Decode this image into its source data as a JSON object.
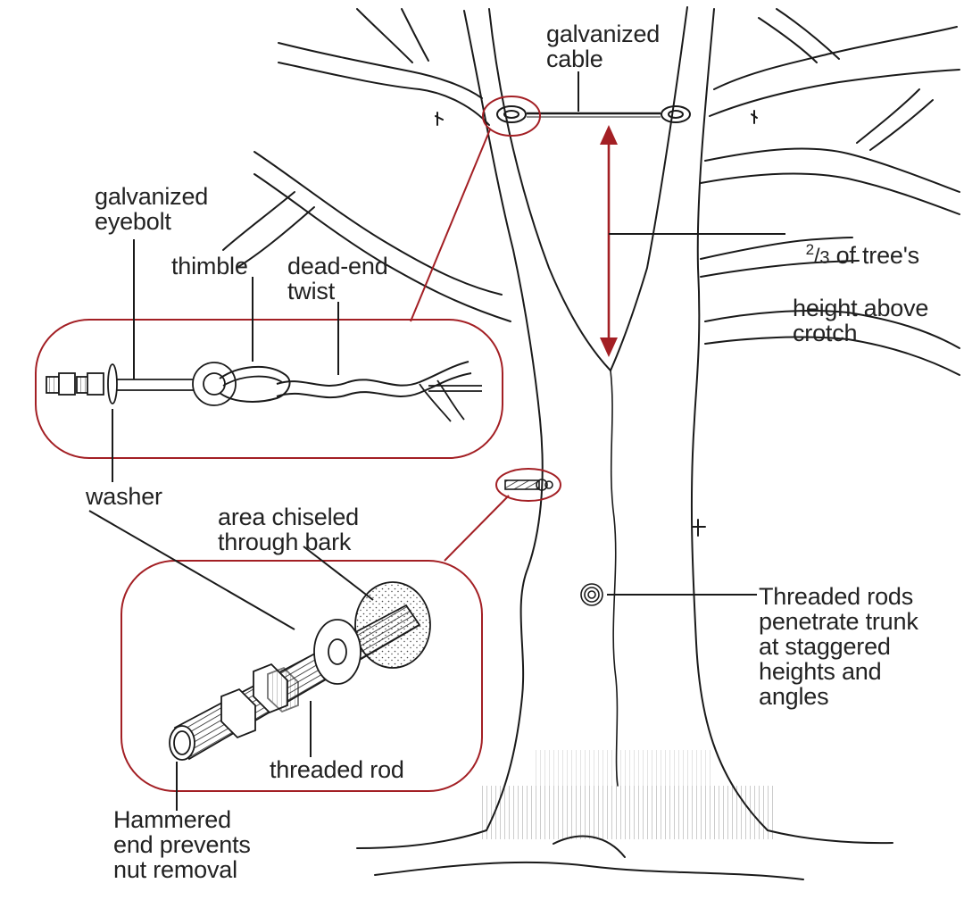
{
  "accent_color": "#a31f24",
  "ink_color": "#1a1a1a",
  "labels": {
    "galvanized_cable": "galvanized\ncable",
    "galvanized_eyebolt": "galvanized\neyebolt",
    "thimble": "thimble",
    "dead_end_twist": "dead-end\ntwist",
    "height_numerator": "2",
    "height_slash": "/",
    "height_denominator": "3",
    "height_rest": " of tree's",
    "height_tail": "height above\ncrotch",
    "washer": "washer",
    "area_chiseled": "area chiseled\nthrough bark",
    "threaded_rods": "Threaded rods\npenetrate trunk\nat staggered\nheights and\nangles",
    "threaded_rod": "threaded rod",
    "hammered_end": "Hammered\nend prevents\nnut removal"
  }
}
